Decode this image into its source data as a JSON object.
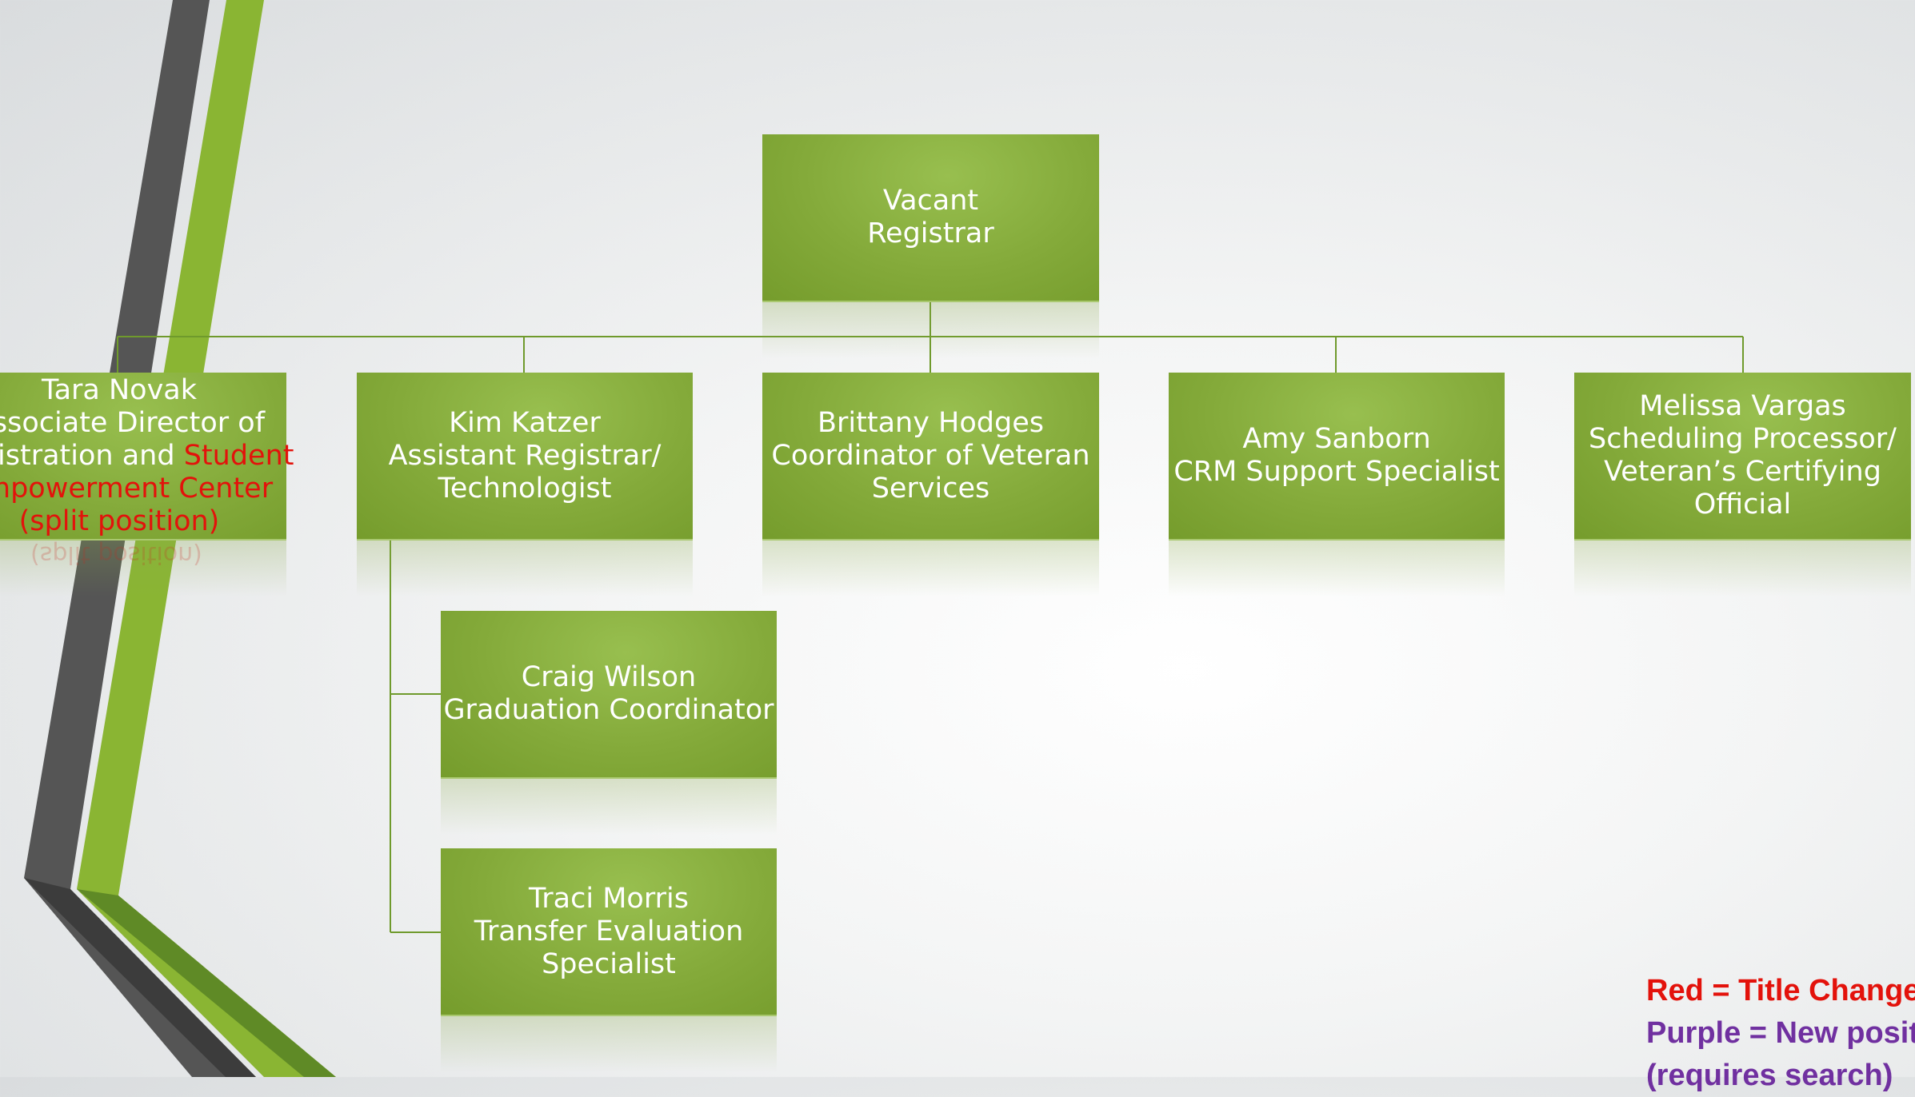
{
  "colors": {
    "box": "#84aa3a",
    "connector": "#6f9a2c",
    "title_change": "#e3120b",
    "new_position": "#7030a0",
    "stripe_gray": "#555555",
    "stripe_green": "#8ab533"
  },
  "root": {
    "name": "Vacant",
    "title": "Registrar"
  },
  "direct_reports": [
    {
      "name": "Tara Novak",
      "title_lines": [
        "Associate Director of",
        "Registration and",
        "Student",
        "Empowerment Center",
        "(split position)"
      ]
    },
    {
      "name": "Kim Katzer",
      "title_lines": [
        "Assistant Registrar/",
        "Technologist"
      ]
    },
    {
      "name": "Brittany Hodges",
      "title_lines": [
        "Coordinator of Veteran",
        "Services"
      ]
    },
    {
      "name": "Amy Sanborn",
      "title_lines": [
        "CRM Support Specialist"
      ]
    },
    {
      "name": "Melissa Vargas",
      "title_lines": [
        "Scheduling Processor/",
        "Veteran’s Certifying",
        "Official"
      ]
    }
  ],
  "sub_reports": [
    {
      "name": "Craig Wilson",
      "title_lines": [
        "Graduation Coordinator"
      ]
    },
    {
      "name": "Traci Morris",
      "title_lines": [
        "Transfer Evaluation",
        "Specialist"
      ]
    }
  ],
  "legend": {
    "red": "Red = Title Change",
    "purple_1": "Purple = New position",
    "purple_2": "(requires search)"
  }
}
